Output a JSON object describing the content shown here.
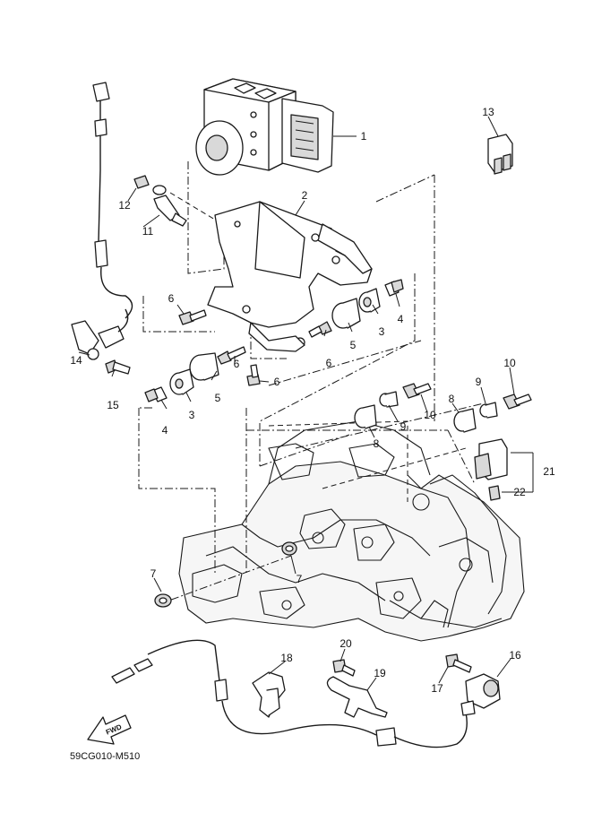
{
  "diagram": {
    "code": "59CG010-M510",
    "fwd_label": "FWD",
    "callouts": {
      "c1": "1",
      "c2": "2",
      "c3a": "3",
      "c3b": "3",
      "c4a": "4",
      "c4b": "4",
      "c5a": "5",
      "c5b": "5",
      "c6a": "6",
      "c6b": "6",
      "c6c": "6",
      "c6d": "6",
      "c7a": "7",
      "c7b": "7",
      "c8a": "8",
      "c8b": "8",
      "c9a": "9",
      "c9b": "9",
      "c10a": "10",
      "c10b": "10",
      "c11": "11",
      "c12": "12",
      "c13": "13",
      "c14": "14",
      "c15": "15",
      "c16": "16",
      "c17": "17",
      "c18": "18",
      "c19": "19",
      "c20": "20",
      "c21": "21",
      "c22": "22"
    }
  }
}
